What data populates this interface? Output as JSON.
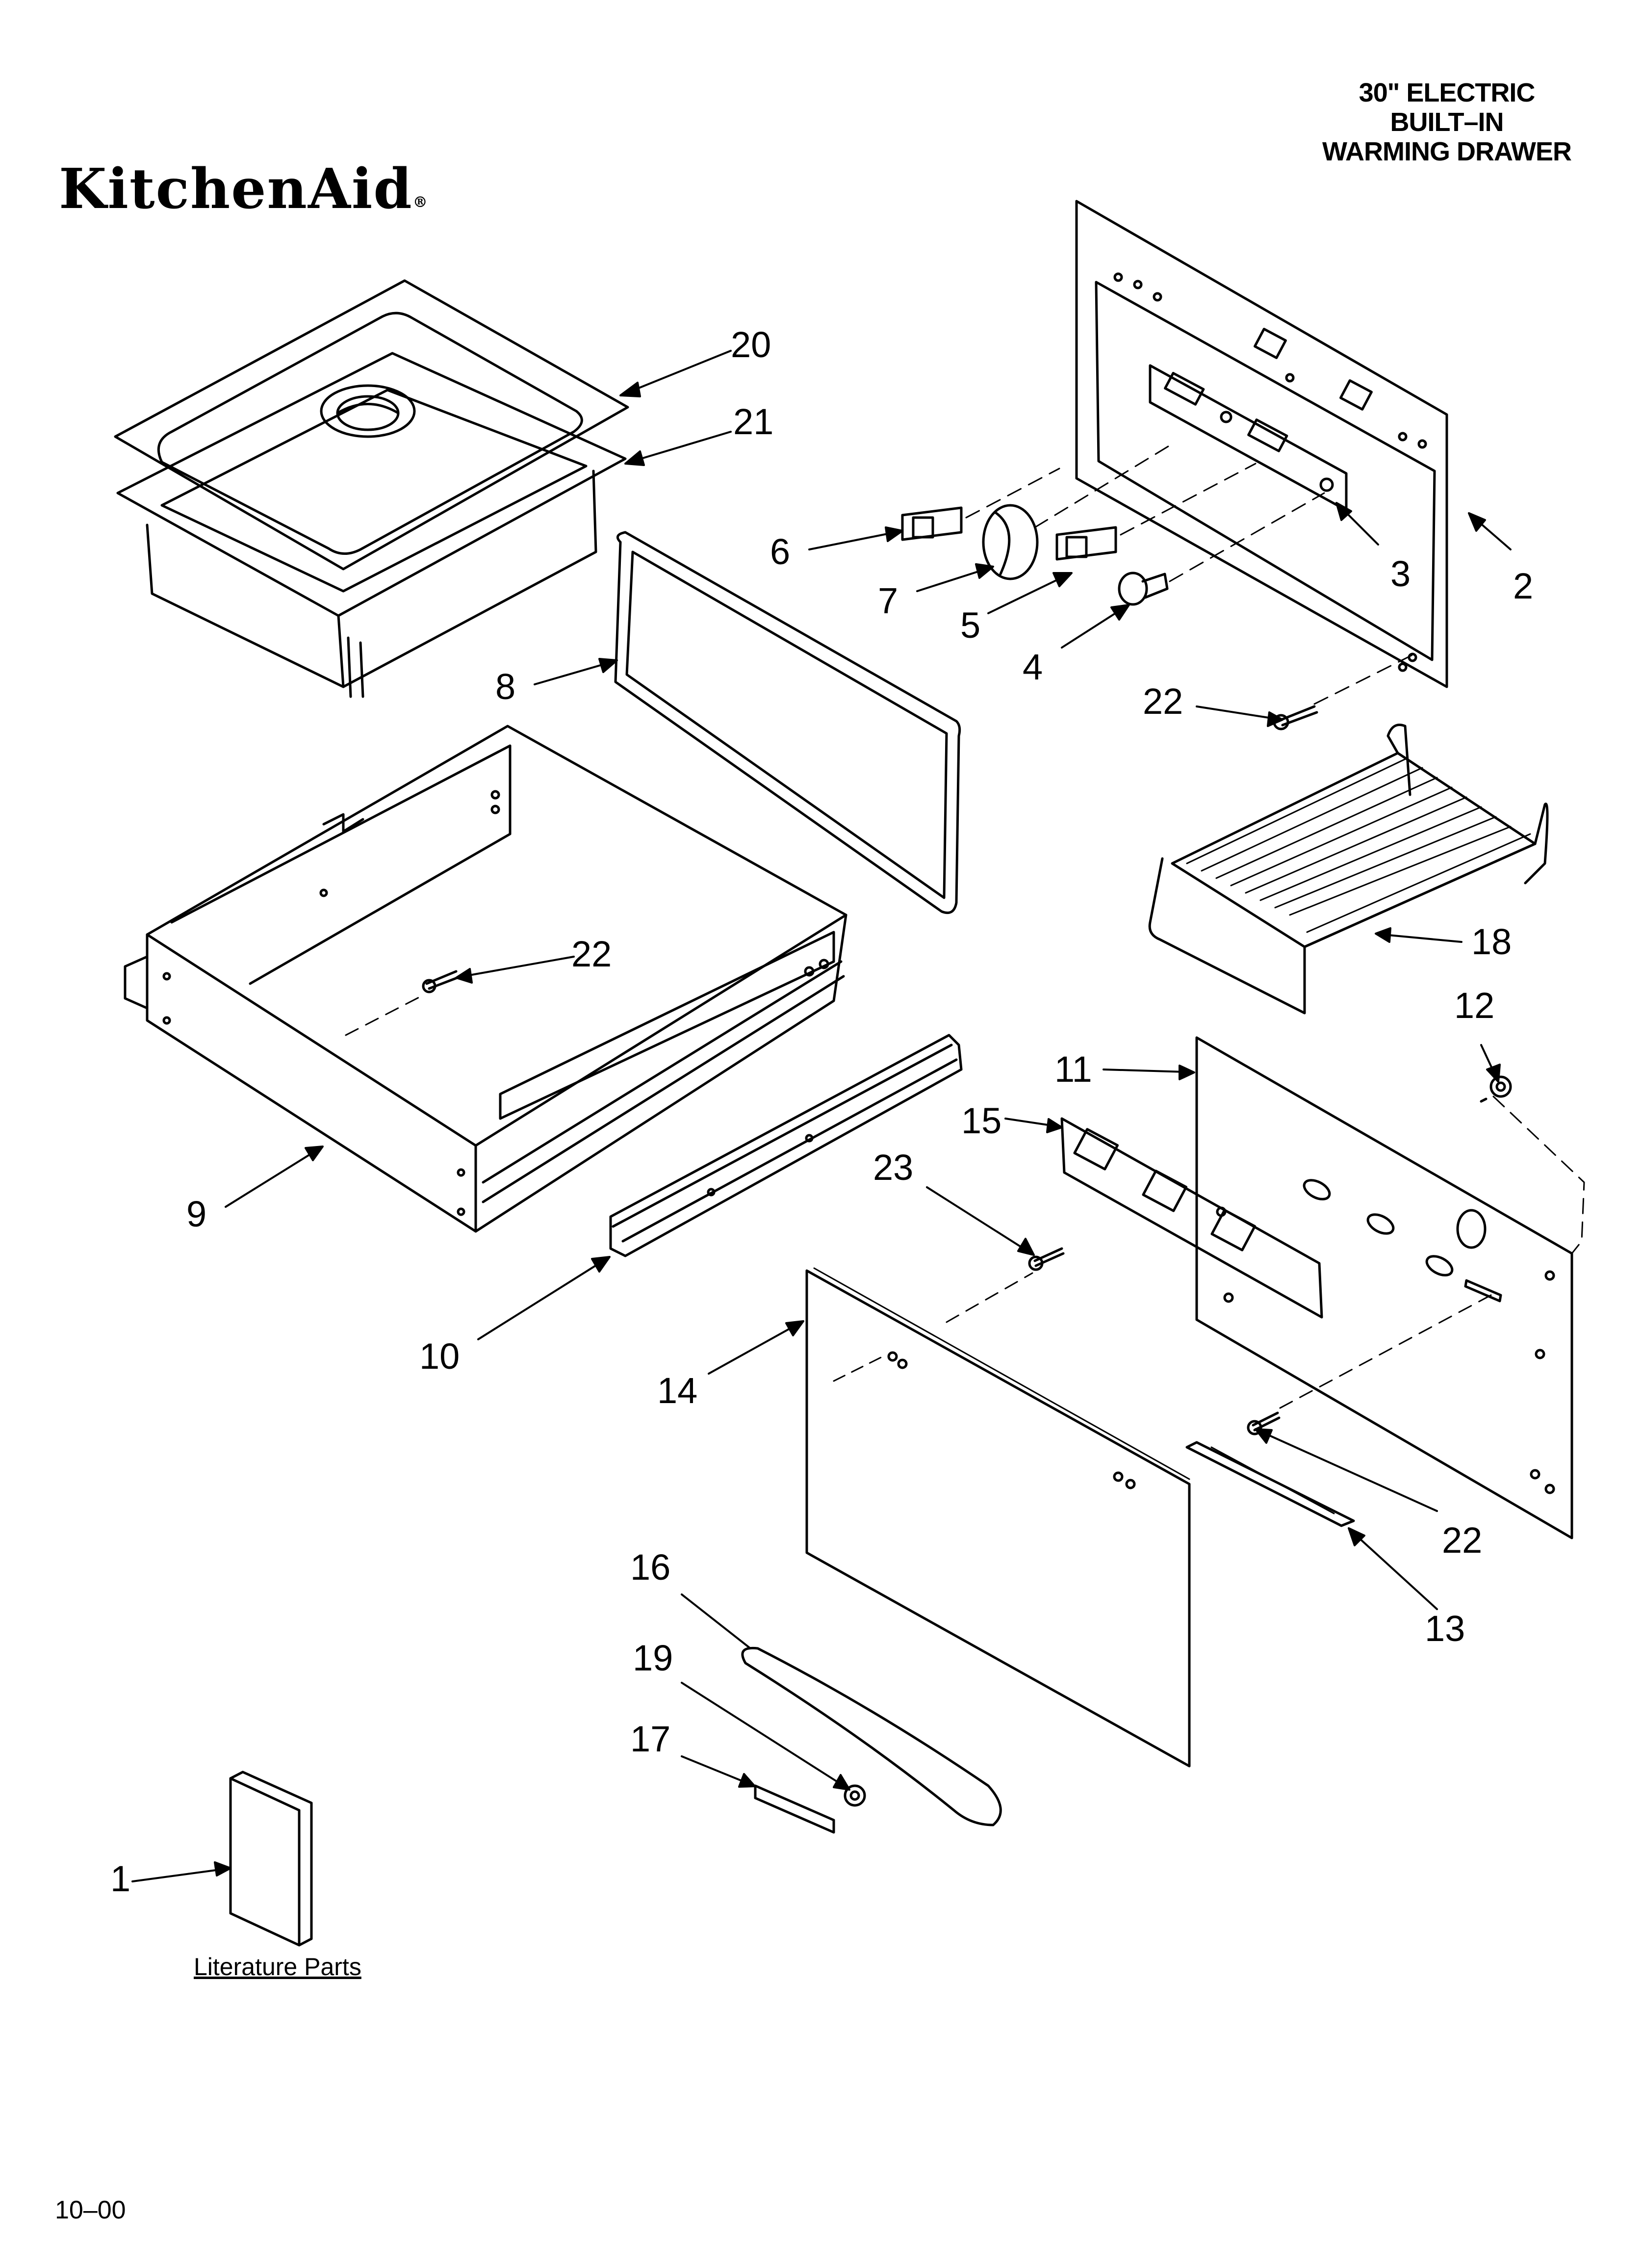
{
  "header": {
    "title_line1": "30\" ELECTRIC",
    "title_line2": "BUILT–IN",
    "title_line3": "WARMING DRAWER"
  },
  "brand": {
    "logo_text": "KitchenAid",
    "registered": "®"
  },
  "literature": {
    "label": "Literature Parts"
  },
  "footer": {
    "date_code": "10–00"
  },
  "callouts": {
    "c1": "1",
    "c2": "2",
    "c3": "3",
    "c4": "4",
    "c5": "5",
    "c6": "6",
    "c7": "7",
    "c8": "8",
    "c9": "9",
    "c10": "10",
    "c11": "11",
    "c12": "12",
    "c13": "13",
    "c14": "14",
    "c15": "15",
    "c16": "16",
    "c17": "17",
    "c18": "18",
    "c19": "19",
    "c20": "20",
    "c21": "21",
    "c22a": "22",
    "c22b": "22",
    "c22c": "22",
    "c23": "23"
  },
  "colors": {
    "line": "#000000",
    "background": "#ffffff"
  }
}
